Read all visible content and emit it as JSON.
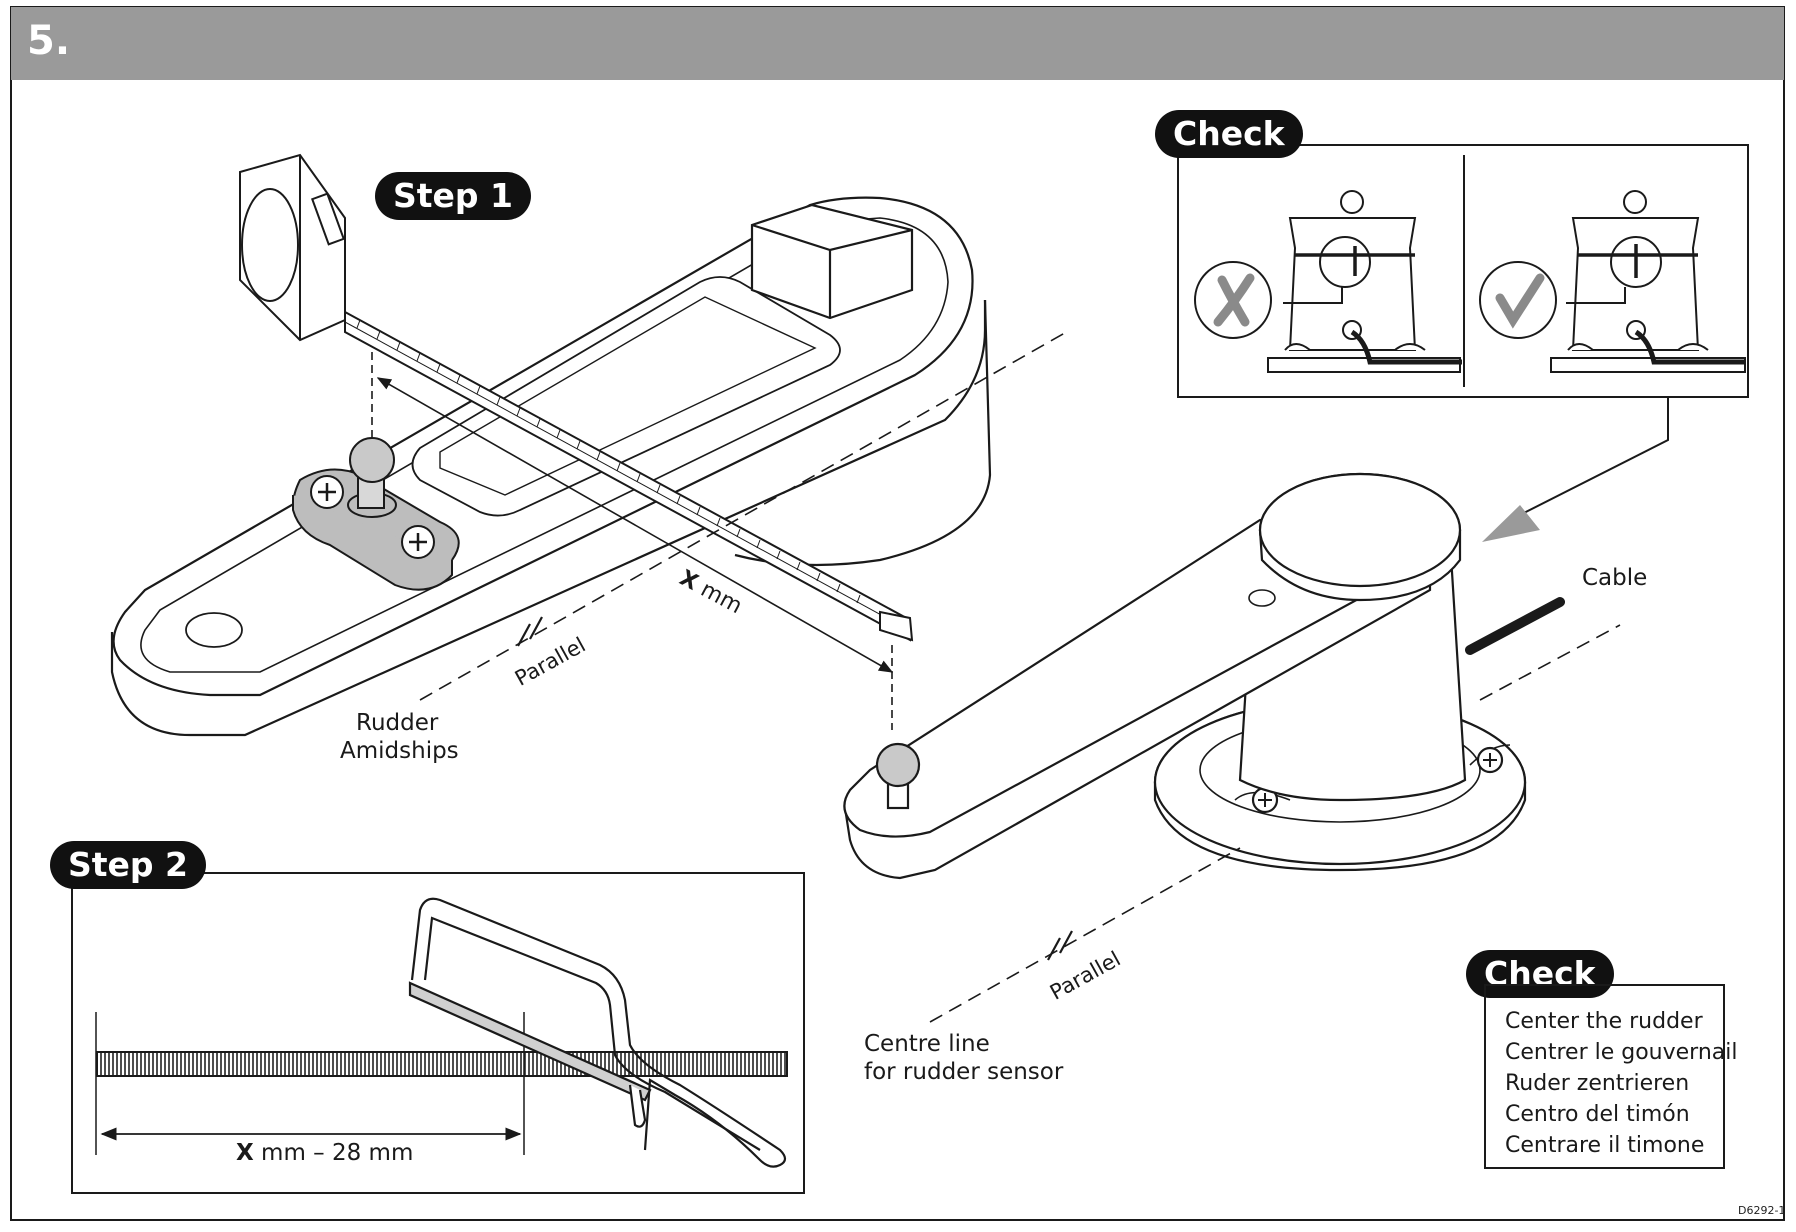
{
  "header": {
    "step_number": "5.",
    "bar_color": "#9a9a9a"
  },
  "badges": {
    "step1": "Step 1",
    "step2": "Step 2",
    "check_top": "Check",
    "check_bottom": "Check"
  },
  "labels": {
    "x_mm_symbol": "X",
    "x_mm_unit": "mm",
    "parallel_top": "Parallel",
    "parallel_bottom": "Parallel",
    "rudder_amidships_line1": "Rudder",
    "rudder_amidships_line2": "Amidships",
    "cable": "Cable",
    "centre_line_line1": "Centre line",
    "centre_line_line2": "for rudder sensor",
    "cut_length_symbol": "X",
    "cut_length_text": "mm – 28 mm"
  },
  "check_list": {
    "items": [
      "Center the rudder",
      "Centrer le gouvernail",
      "Ruder zentrieren",
      "Centro del timón",
      "Centrare il timone"
    ]
  },
  "check_panel": {
    "wrong_icon": "cross-icon",
    "right_icon": "checkmark-icon"
  },
  "figure_id": "D6292-1",
  "colors": {
    "highlight_grey": "#bdbdbd",
    "line": "#1a1a1a"
  }
}
